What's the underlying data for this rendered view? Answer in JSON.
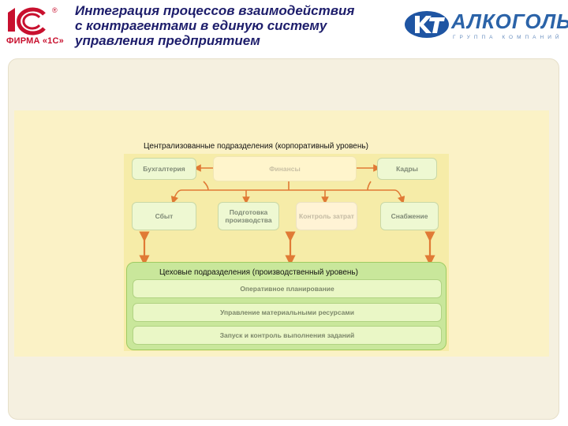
{
  "header": {
    "logo_left": {
      "mark": "1С",
      "reg": "®",
      "caption": "ФИРМА «1С»"
    },
    "title": "Интеграция процессов взаимодействия\nс контрагентами в единую систему\nуправления предприятием",
    "logo_right": {
      "mark": "КТ",
      "brand": "АЛКОГОЛЬ",
      "subtitle": "ГРУППА КОМПАНИЙ"
    }
  },
  "diagram": {
    "top_label": "Централизованные подразделения (корпоративный уровень)",
    "bottom_label": "Цеховые подразделения (производственный уровень)",
    "row1": {
      "accounting": "Бухгалтерия",
      "finance": "Финансы",
      "hr": "Кадры"
    },
    "row2": {
      "sales": "Сбыт",
      "production_prep": "Подготовка производства",
      "cost_control": "Контроль затрат",
      "supply": "Снабжение"
    },
    "production_bars": [
      "Оперативное планирование",
      "Управление материальными ресурсами",
      "Запуск и контроль выполнения заданий"
    ],
    "colors": {
      "arrow": "#e07a35",
      "green": "#9fcb62",
      "title": "#1d1d6b"
    }
  }
}
